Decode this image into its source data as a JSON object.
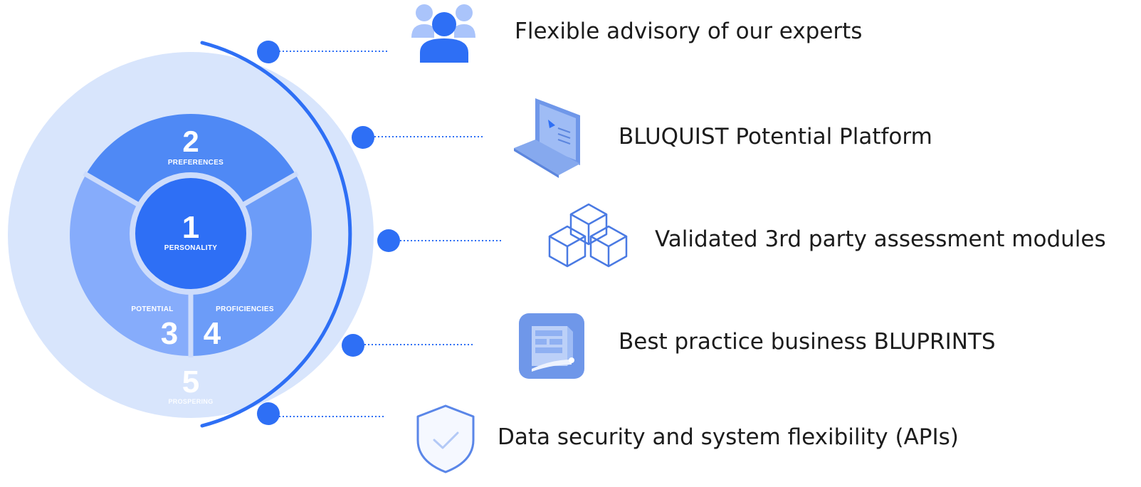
{
  "wheel": {
    "segments": [
      {
        "number": "1",
        "label": "PERSONALITY"
      },
      {
        "number": "2",
        "label": "PREFERENCES"
      },
      {
        "number": "3",
        "label": "POTENTIAL"
      },
      {
        "number": "4",
        "label": "PROFICIENCIES"
      },
      {
        "number": "5",
        "label": "PROSPERING"
      }
    ]
  },
  "features": [
    {
      "label": "Flexible advisory of our experts",
      "icon": "users-group-icon"
    },
    {
      "label": "BLUQUIST Potential Platform",
      "icon": "laptop-icon"
    },
    {
      "label": "Validated 3rd party assessment modules",
      "icon": "cubes-icon"
    },
    {
      "label": "Best practice business BLUPRINTS",
      "icon": "blueprint-icon"
    },
    {
      "label": "Data security and system flexibility (APIs)",
      "icon": "shield-check-icon"
    }
  ],
  "colors": {
    "outer_ring": "#d8e5fc",
    "segment_top": "#4f89f5",
    "segment_side": "#86acfb",
    "segment_right": "#6c9cf8",
    "core": "#2e6ff5",
    "arc": "#2e6ff5",
    "node": "#2e6ff5",
    "text_dark": "#1c1c1c"
  }
}
